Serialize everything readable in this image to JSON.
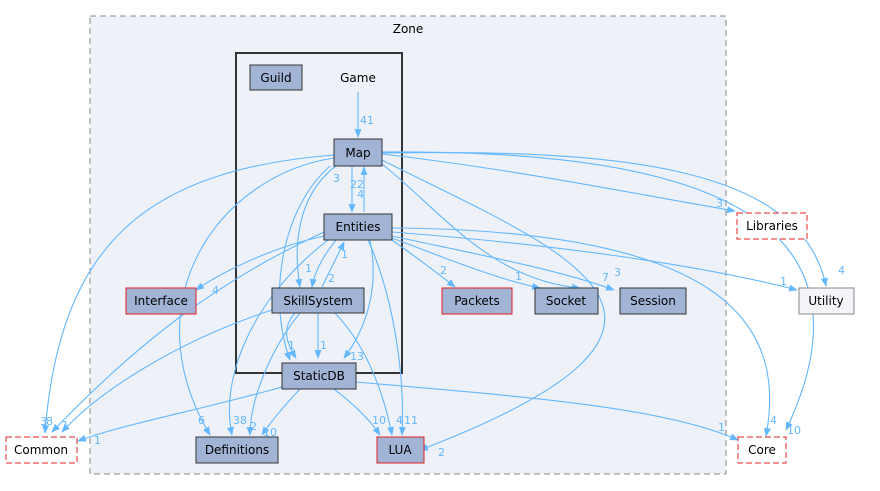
{
  "clusters": {
    "outer": "Zone",
    "inner": "Game"
  },
  "nodes": {
    "guild": "Guild",
    "map": "Map",
    "entities": "Entities",
    "interface": "Interface",
    "skillsystem": "SkillSystem",
    "packets": "Packets",
    "socket": "Socket",
    "session": "Session",
    "staticdb": "StaticDB",
    "libraries": "Libraries",
    "utility": "Utility",
    "common": "Common",
    "definitions": "Definitions",
    "lua": "LUA",
    "core": "Core"
  },
  "edge_labels": {
    "game_map": "41",
    "map_entities": "3",
    "entities_map_a": "22",
    "entities_map_b": "4",
    "map_libraries": "3",
    "map_utility": "4",
    "map_core": "10",
    "entities_interface": "4",
    "entities_skill_a": "1",
    "skill_entities": "1",
    "skill_entities_b": "2",
    "entities_packets": "2",
    "entities_socket": "1",
    "entities_session_a": "7",
    "entities_session_b": "3",
    "entities_utility": "1",
    "entities_core": "4",
    "entities_staticdb": "13",
    "skill_staticdb_a": "1",
    "skill_staticdb_b": "1",
    "common_a": "3",
    "common_b": "8",
    "common_c": "1",
    "common_d": "1",
    "defs_a": "6",
    "defs_b": "38",
    "defs_c": "2",
    "defs_d": "10",
    "lua_a": "10",
    "lua_b": "4",
    "lua_c": "11",
    "lua_d": "2",
    "core_a": "1"
  }
}
